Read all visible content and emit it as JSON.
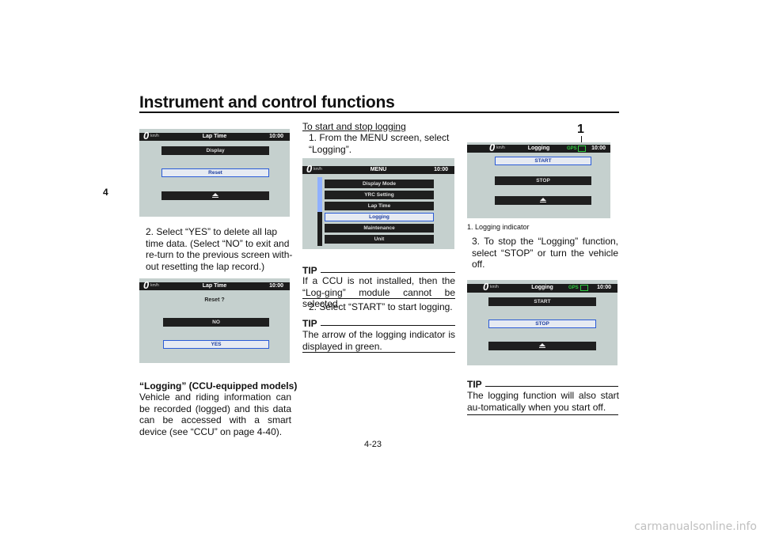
{
  "header": {
    "title": "Instrument and control functions",
    "chapter": "4"
  },
  "screens": {
    "s1": {
      "speed": "0",
      "unit": "km/h",
      "title": "Lap Time",
      "clock": "10:00",
      "buttons": [
        "Display",
        "Reset"
      ]
    },
    "s2": {
      "speed": "0",
      "unit": "km/h",
      "title": "Lap Time",
      "clock": "10:00",
      "prompt": "Reset ?",
      "buttons": [
        "NO",
        "YES"
      ]
    },
    "s3": {
      "speed": "0",
      "unit": "km/h",
      "title": "MENU",
      "clock": "10:00",
      "buttons": [
        "Display Mode",
        "YRC Setting",
        "Lap Time",
        "Logging",
        "Maintenance",
        "Unit"
      ]
    },
    "s4": {
      "speed": "0",
      "unit": "km/h",
      "title": "Logging",
      "gps": "GPS",
      "clock": "10:00",
      "buttons": [
        "START",
        "STOP"
      ],
      "callout": "1"
    },
    "s5": {
      "speed": "0",
      "unit": "km/h",
      "title": "Logging",
      "gps": "GPS",
      "clock": "10:00",
      "buttons": [
        "START",
        "STOP"
      ]
    }
  },
  "left": {
    "step2": "2. Select “YES” to delete all lap time data. (Select “NO” to exit and re-turn to the previous screen with-out resetting the lap record.)",
    "heading": "“Logging” (CCU-equipped models)",
    "body": "Vehicle and riding information can be recorded (logged) and this data can be accessed with a smart device (see “CCU” on page 4-40)."
  },
  "middle": {
    "subheading": "To start and stop logging",
    "step1": "1. From the MENU screen, select “Logging”.",
    "tip_label": "TIP",
    "tip1": "If a CCU is not installed, then the “Log-ging” module cannot be selected.",
    "step2": "2. Select “START” to start logging.",
    "tip2": "The arrow of the logging indicator is displayed in green."
  },
  "right": {
    "caption": "1. Logging indicator",
    "step3": "3. To stop the “Logging” function, select “STOP” or turn the vehicle off.",
    "tip_label": "TIP",
    "tip3": "The logging function will also start au-tomatically when you start off."
  },
  "footer": {
    "page_number": "4-23",
    "watermark": "carmanualsonline.info"
  }
}
